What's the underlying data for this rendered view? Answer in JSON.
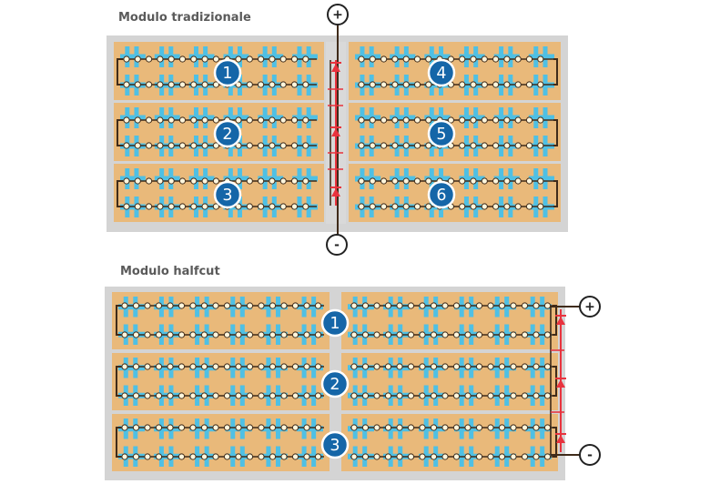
{
  "titles": {
    "traditional": "Modulo tradizionale",
    "halfcut": "Modulo halfcut"
  },
  "traditional": {
    "string_numbers": [
      "1",
      "2",
      "3",
      "4",
      "5",
      "6"
    ],
    "plus_symbol": "+",
    "minus_symbol": "-"
  },
  "halfcut": {
    "string_numbers": [
      "1",
      "2",
      "3"
    ],
    "plus_symbol": "+",
    "minus_symbol": "-"
  },
  "colors": {
    "frame": "#d4d4d4",
    "cell_substrate": "#e9b97a",
    "cell_pad": "#4fc0e4",
    "connector": "#3f2b1a",
    "bypass_diode": "#e8333e",
    "badge": "#1566a8",
    "badge_text": "#ffffff"
  }
}
